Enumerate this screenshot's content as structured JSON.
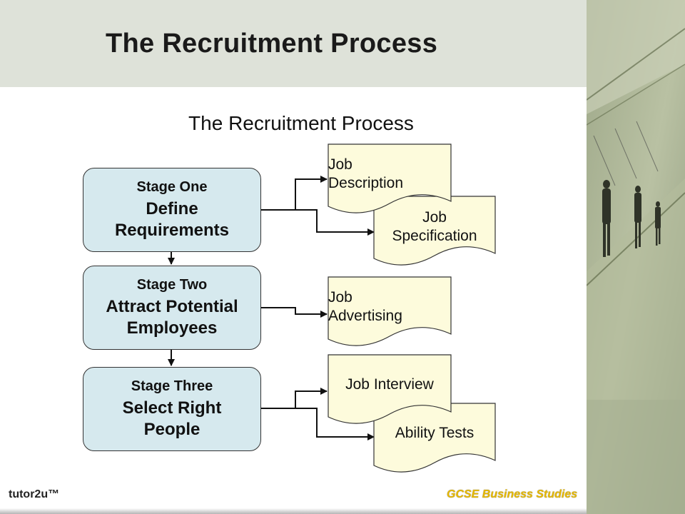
{
  "header": {
    "title": "The Recruitment Process"
  },
  "diagram": {
    "title": "The Recruitment Process",
    "stages": [
      {
        "number": "Stage One",
        "name_line1": "Define",
        "name_line2": "Requirements"
      },
      {
        "number": "Stage Two",
        "name_line1": "Attract Potential",
        "name_line2": "Employees"
      },
      {
        "number": "Stage Three",
        "name_line1": "Select Right",
        "name_line2": "People"
      }
    ],
    "documents": {
      "job_description": {
        "line1": "Job",
        "line2": "Description"
      },
      "job_specification": {
        "line1": "Job",
        "line2": "Specification"
      },
      "job_advertising": {
        "line1": "Job",
        "line2": "Advertising"
      },
      "job_interview": {
        "line1": "Job Interview"
      },
      "ability_tests": {
        "line1": "Ability Tests"
      }
    }
  },
  "footer": {
    "brand": "tutor2u™",
    "subject": "GCSE Business Studies"
  },
  "colors": {
    "stage_fill": "#d6e9ee",
    "document_fill": "#fdfbdc",
    "header_band": "#dee2d9",
    "subject_text": "#e6b800"
  }
}
